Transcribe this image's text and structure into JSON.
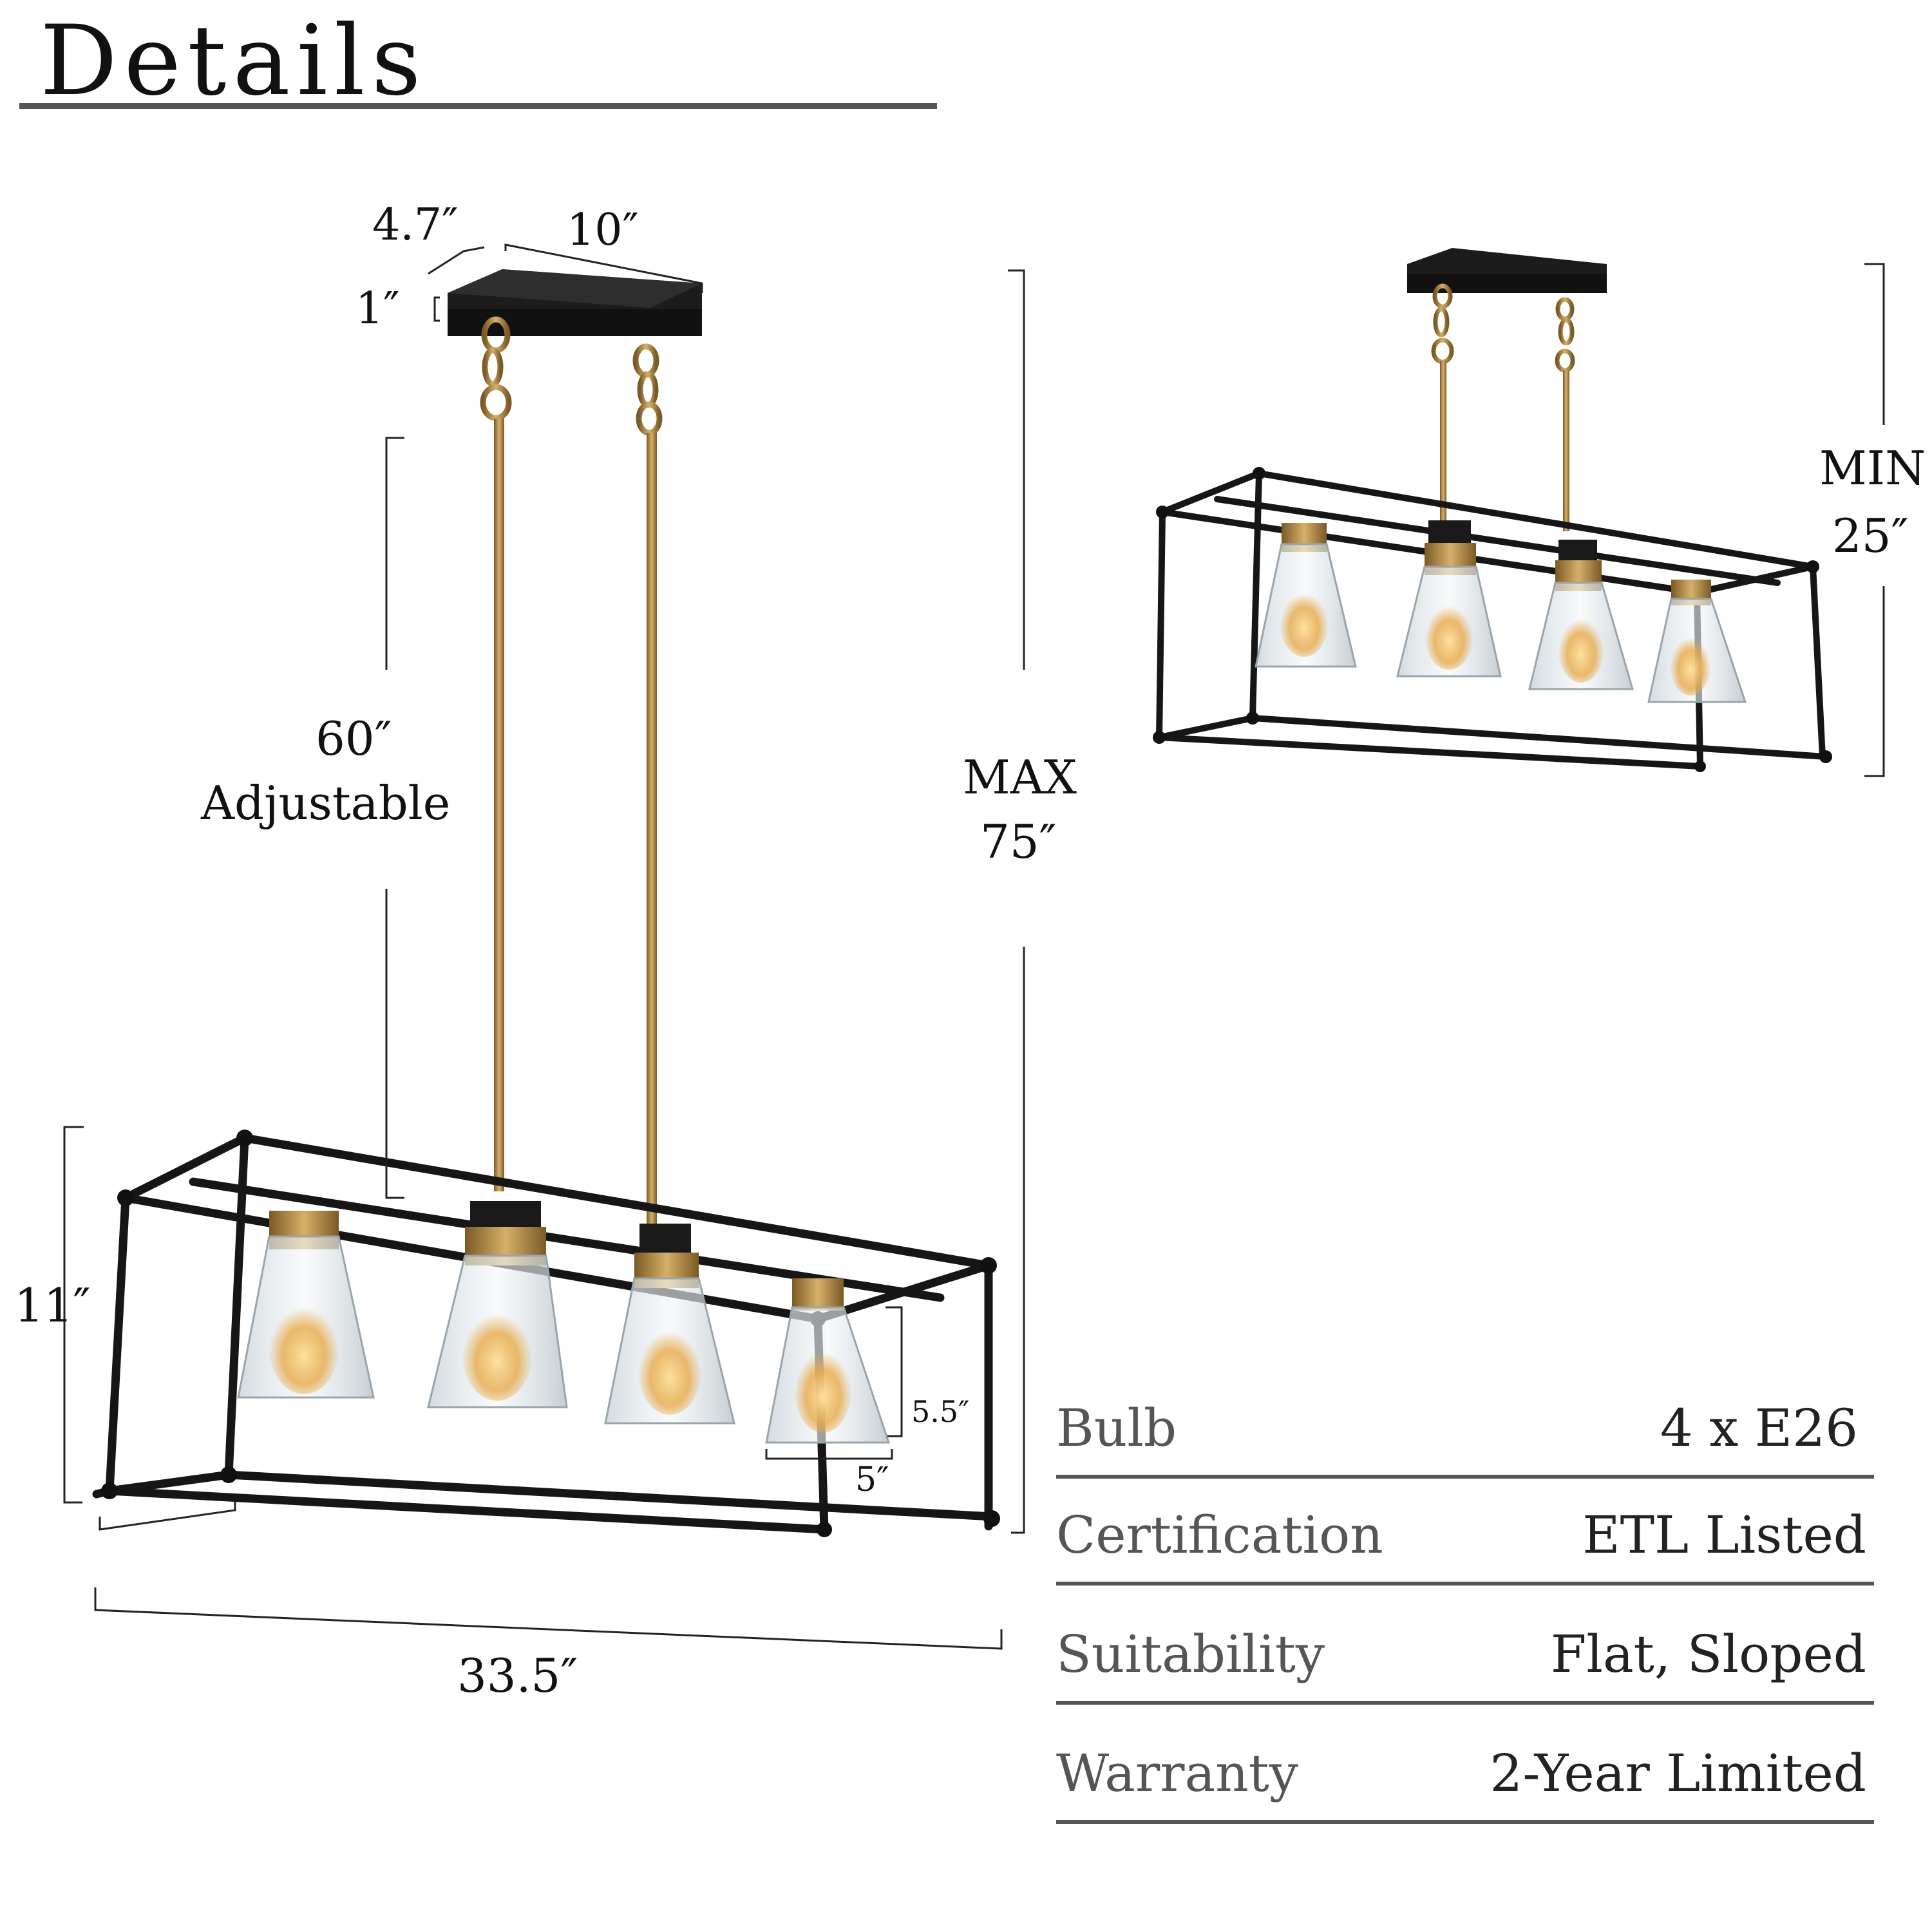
{
  "heading": "Details",
  "dimensions": {
    "depth": "4.7″",
    "width_canopy": "10″",
    "canopy_height": "1″",
    "adjustable_value": "60″",
    "adjustable_label": "Adjustable",
    "max_label": "MAX",
    "max_value": "75″",
    "min_label": "MIN",
    "min_value": "25″",
    "height": "11″",
    "shade_height": "5.5″",
    "shade_width": "5″",
    "length": "33.5″"
  },
  "specs": [
    {
      "label": "Bulb",
      "value": "4 x E26"
    },
    {
      "label": "Certification",
      "value": "ETL Listed"
    },
    {
      "label": "Suitability",
      "value": "Flat, Sloped"
    },
    {
      "label": "Warranty",
      "value": "2-Year Limited"
    }
  ],
  "colors": {
    "frame": "#1a1a1a",
    "brass": "#b08a4a",
    "glass": "#e8eef2",
    "bulb_glow": "#f2c26a",
    "rule": "#555555"
  }
}
